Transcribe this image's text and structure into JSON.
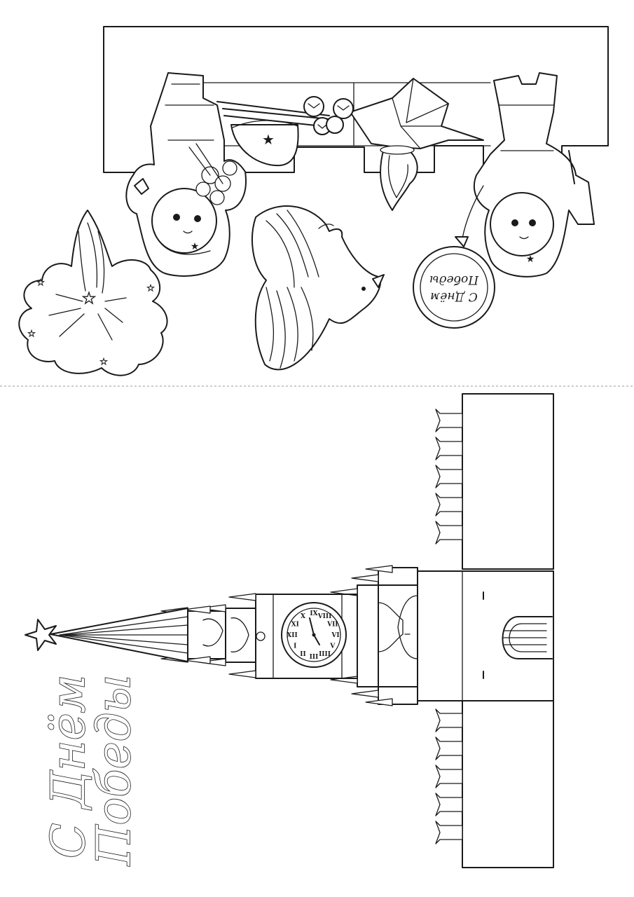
{
  "card": {
    "greeting_line1": "С Днём",
    "greeting_line2": "Победы",
    "medal_line1": "С Днём",
    "medal_line2": "Победы"
  },
  "clock": {
    "numerals": [
      "XII",
      "I",
      "II",
      "III",
      "IIII",
      "V",
      "VI",
      "VII",
      "VIII",
      "IX",
      "X",
      "XI"
    ]
  },
  "colors": {
    "line": "#1a1a1a",
    "paper": "#ffffff",
    "fold": "#9a9a9a"
  },
  "icons": [
    "star-icon",
    "dove-icon",
    "firework-icon",
    "medal-icon",
    "soldier-helmet-icon",
    "carnation-icon",
    "eternal-flame-icon",
    "clock-icon"
  ]
}
